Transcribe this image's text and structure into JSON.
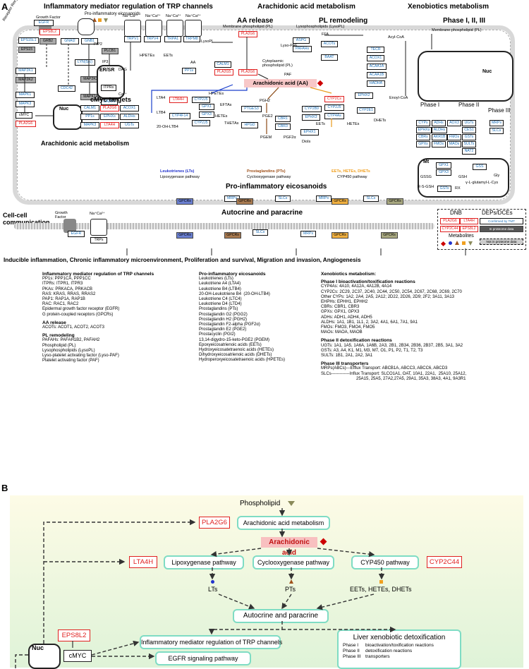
{
  "panelA": {
    "label": "A",
    "sections": {
      "trp": "Inflammatory mediator regulation of TRP channels",
      "aa_release": "AA release",
      "aa_metabolism": "Arachidonic acid metabolism",
      "pl_remodeling": "PL remodeling",
      "xeno": "Xenobiotics metabolism",
      "phase": "Phase I, II, III",
      "pro_inflam_top": "Pro-inflammatory eicosanoids",
      "cmyc_targets": "cMyc targets",
      "aam_bottom": "Arachidonic acid metabolism",
      "pro_inflam_mid": "Pro-inflammatory eicosanoids",
      "cell_comm": "Cell-cell\ncommunication",
      "autocrine": "Autocrine and paracrine",
      "bottom_banner": "Inducible inflammation, Chronic inflammatory microenvironment, Proliferation and survival, Migration and invasion, Angiogenesis",
      "receptor_recycling": "Receptor Recycling",
      "growth_factor": "Growth\nFactor",
      "growth_factor2": "Growth\nFactor"
    },
    "labels": {
      "aa": "Arachidonic acid (AA)",
      "membrane_pl": "Membrane phospholipid (PL)",
      "lyso_pl": "Lysophospholipids (LysoPL)",
      "membrane_pl2": "Membrane phospholipid (PL)",
      "cytoplasmic_pl": "Cytoplasmic\nphospholipid (PL)",
      "lysopaf": "Lyso-PAF",
      "paf": "PAF",
      "ffa": "FFA",
      "acyl_coa": "Acyl-CoA",
      "enoyl_coa": "Enoyl-CoA",
      "lt_path": "Lipoxygenase pathway",
      "pt_path": "Cyclooxygenase pathway",
      "cyp_path": "CYP450 pathway",
      "lts": "Leukotrienes (LTs)",
      "pts": "Prostaglandins (PTs)",
      "eets": "EETs, HETEs, DHETs",
      "nuc": "Nuc",
      "er": "ER/SR",
      "mt": "Mt",
      "phase1": "Phase I",
      "phase2": "Phase II",
      "phase3": "Phase III",
      "dnb": "DNB",
      "deps": "DEPs/DCEs",
      "confirmed": "Confirmed by TMT",
      "in_proteome": "In proteome data",
      "not_in_proteome": "Not in proteome data",
      "metabolites": "Metabolites",
      "lta4": "LTA4",
      "ltb4": "LTB4",
      "hpete": "HPETEs",
      "efta": "EFTAs",
      "thetas": "THETAs",
      "hetes": "HETEs",
      "pgh2": "PGH2",
      "pge2": "PGE2",
      "pgem": "PGEM",
      "pgf2a": "PGF2α",
      "eets_l": "EETs",
      "hetes2": "HETEs",
      "dhets": "DHETs",
      "diols": "Diols",
      "ohltb4": "20-OH-LTB4",
      "gssg": "GSSG",
      "gsh": "GSH",
      "gly": "Gly",
      "rsg": "R-S-GSH",
      "rx": "RX",
      "glu": "γ-L-glutamyl-L-Cys",
      "ip3": "IP3",
      "dag": "DAG",
      "pip2": "PIP2",
      "ca": "Ca²⁺",
      "aa_small": "AA",
      "hpetes_small": "HPETEs",
      "eets_small": "EETs",
      "lysopl": "LysoPL",
      "na_ca": "Na⁺Ca²⁺",
      "pro_eic_legend": "Pro-inflammatory eicosanoids"
    },
    "boxes": {
      "egfr": "EGFR",
      "eps8l2": "EPS8L2",
      "eps15l1": "EPS15L1",
      "eps15": "EPS15",
      "grb2": "GRB2",
      "gnai2": "GNAI2",
      "gnb1": "GNB1",
      "plcb1": "PLCB1",
      "lyn": "LYN(Src)",
      "map2k1": "MAP2K1",
      "map2k2": "MAP2K2",
      "cdc42": "CDC42",
      "map2k3": "MAP2K3",
      "mapk1": "MAPK1",
      "mapk3": "MAPK3",
      "mapk14": "MAPK14",
      "cmyc": "cMYC",
      "pla2g6": "PLA2G6",
      "itpr": "ITPRs",
      "calm1": "CALM1",
      "trpv1": "TRPV1",
      "trpv4": "TRPV4",
      "trpa1": "TRPA1",
      "trpm8": "TRPM8",
      "pp1s": "PP1s",
      "calm1b": "CALM1",
      "pla2g5": "PLA2G5",
      "pla2g6b": "PLA2G6",
      "pla2g6c": "PLA2G6",
      "asp": "ASPG",
      "pafah": "PAFAHs",
      "acots": "ACOTs",
      "baat": "BAAT",
      "tecr": "TECR",
      "acox1": "ACOX1",
      "acaa1a": "ACAA1A",
      "acaa1b": "ACAA1B",
      "hadha": "HADHA",
      "lta4h": "LTA4H",
      "cyp2j5": "CYP2J5",
      "gpx1": "GPX1",
      "gpx3": "GPX3",
      "cyp4f14": "CYP4F14",
      "cyp2j5b": "CYP2J5",
      "ptges3": "PTGES3",
      "hpgd": "HPGD",
      "cbr1": "CBR1",
      "cbr3": "CBR3",
      "cyp2b9": "CYP2B9",
      "ephx3": "EPHX3",
      "cyp2cs": "CYP2Cs",
      "cyp2j5c": "CYP2J5",
      "cyp4as": "CYP4As",
      "ephx2": "EPHX2",
      "cyp2e1": "CYP2E1",
      "ephx1": "EPHX1",
      "cyps": "CYPs",
      "adhs": "ADHs",
      "aox3": "AOX3",
      "ephxs": "EPHXs",
      "aldhs": "ALDHs",
      "ces1": "CES1",
      "cbrs": "CBRs",
      "akr1b": "AKR1B",
      "fmos": "FMOs",
      "gpxs": "GPXs",
      "fmos2": "FMOs",
      "maos": "MAOs",
      "ugts": "UGTs",
      "gsts": "GSTs",
      "sults": "SULTs",
      "nat2": "NAT2",
      "mrps": "MRPs",
      "slcs": "SLCs",
      "gpx1b": "GPX1",
      "gpx3b": "GPX3",
      "gss": "GSS",
      "gsts2": "GSTs",
      "cm_calm1": "CALM1",
      "cm_pla2g6": "PLA2G6",
      "cm_acox1": "ACOX1",
      "cm_pp1s": "PP1s",
      "cm_ephxs": "EPHXs",
      "cm_aldhs": "ALDHs",
      "cm_mapk3": "MAPK3",
      "cm_lta4h": "LTA4H",
      "cm_ugts": "UGTs",
      "egfr2": "EGFR",
      "gpcrs": "GPCRs",
      "trps": "TRPs",
      "mrps_m": "MRPs",
      "slcs_m": "SLCs",
      "mrps_m2": "MRPs",
      "slcs_m2": "SLCs",
      "mrps_m3": "MRPs",
      "ldg_pla2g6": "PLA2G6",
      "ldg_lta4h": "LTA4H",
      "ldg_cyp2c44": "CYP2C44",
      "ldg_eps8l2": "EPS8L2"
    },
    "lists": {
      "col1": [
        {
          "h": "Inflammatory mediator regulation of TRP channels"
        },
        "PP1s: PPP1CA, PPP1CC",
        "ITPRs: ITPR1, ITPR3",
        "PKAs: PRKACA, PRKACB",
        "RAS: KRAS, RRAS, RRAS2",
        "PAP1: RAP1A, RAP1B",
        "RAC: RAC1, RAC2",
        "Epidermal growth factor receptor (EGFR)",
        "G protein-coupled receptors (GPCRs)",
        {
          "h": "AA release"
        },
        "ACOTs: ACOT1, ACOT2, ACOT3",
        {
          "h": "PL remodeling"
        },
        "PAFAHs: PAFAH1B2, PAFAH2",
        "Phospholipid (PL)",
        "Lysophospholipids (LysoPL)",
        "Lyso-platelet activating factor (Lyso-PAF)",
        "Platelet activating factor (PAF)"
      ],
      "col2": [
        {
          "h": "Pro-inflammatory eicosanoids"
        },
        "Leukotrienes (LTs)",
        "Leukotriene A4 (LTA4)",
        "Leukotriene B4 (LTB4)",
        "20-OH-Leukotriene B4  (20-OH-LTB4)",
        "Leukotriene C4 (LTC4)",
        "Leukotriene D4 (LTD4)",
        "Prostaglandins (PTs)",
        "Prostaglandin G2 (PGG2)",
        "Prostaglandin H2 (PGH2)",
        "Prostaglandin F2-alpha (PGF2α)",
        "Prostaglandin E2 (PGE2)",
        "Prostacyclin (PGI2)",
        "13,14-digydro-15-keto-PGE2 (PGEM)",
        "Epoxyeicosatrienoic acids (EETs)",
        "Hydroxyeicosatetraenoic acids (HETEs)",
        "Dihydroxyeicosatrienoic acids (DHETs)",
        "Hydroperoxyeicosatetraenoic acids (HPETEs)"
      ],
      "col3": [
        {
          "h": "Xenobiotics metabolism:"
        },
        {
          "h": "Phase I bioactivation/toxification reactions"
        },
        "CYP4As: 4A10, 4A12A, 4A12B, 4A14",
        "CYP2Cs: 2C29, 2C37, 2C40, 2C44, 2C50, 2C54, 2C67, 2C68, 2C69, 2C70",
        "Other CYPs: 1A2, 2A4, 2A5, 2A12; 2D22, 2D26, 2D9; 2F2; 3A11, 3A13",
        "EHPHs: EPHH1, EPHH2",
        "CBRs: CBR1, CBR3",
        "GPXs: GPX1, GPX3",
        "ADHs: ADH1, ADH4, ADH5",
        "ALDHs: 1A1, 1B1, 1L1, 2, 3A2, 4A1, 6A1, 7A1, 9A1",
        "FMOs: FMO3, FMO4, FMO5",
        "MAOs: MAOA, MAOB",
        {
          "h": "Phase II detoxification reactions"
        },
        "UGTs: 1A1, 1A5, 1A6A, 1A6B, 2A3, 2B1, 2B34, 2B36, 2B37, 2B5, 3A1, 3A2",
        "GSTs: A3, A4, K1, M1, M3, M7, O1, P1, P2, T1, T2, T3",
        "SULTs: 1B1, 2A1, 2A2, 3A1",
        {
          "h": "Phase III transporters"
        },
        "MRPs(ABCs)---Efflux Transport: ABCB1A, ABCC3, ABCC6, ABCD3",
        "SLCs-------------Influx Transport: SLCO1A1, OAT, 10A1, 22A1,  25A10, 25A12,",
        "                              25A15, 25A5, 27A2,27A5, 29A1, 35A3, 38A3, 4A1, 9A3R1"
      ]
    }
  },
  "panelB": {
    "label": "B",
    "phospholipid": "Phospholipid",
    "pla2g6": "PLA2G6",
    "aa_metab": "Arachidonic acid metabolism",
    "aa": "Arachidonic acid",
    "lta4h": "LTA4H",
    "cyp2c44": "CYP2C44",
    "lox": "Lipoxygenase pathway",
    "cox": "Cyclooxygenase pathway",
    "cyp": "CYP450 pathway",
    "lts": "LTs",
    "pts": "PTs",
    "eets": "EETs, HETEs, DHETs",
    "autocrine": "Autocrine and paracrine",
    "eps8l2": "EPS8L2",
    "trp": "Inflammatory mediator regulation of TRP channels",
    "egfr": "EGFR signaling pathway",
    "nuc": "Nuc",
    "cmyc": "cMYC",
    "liver": "Liver xenobiotic detoxification",
    "phases": [
      {
        "p": "Phase I",
        "d": "bioactivation/toxification reactions"
      },
      {
        "p": "Phase II",
        "d": "detoxification reactions"
      },
      {
        "p": "Phase III",
        "d": "transporters"
      }
    ]
  },
  "colors": {
    "red": "#e02020",
    "blue": "#1a6fb8",
    "teal": "#7fdcc4",
    "gradient_start": "#fdfbe6",
    "gradient_end": "#dff3d8"
  }
}
